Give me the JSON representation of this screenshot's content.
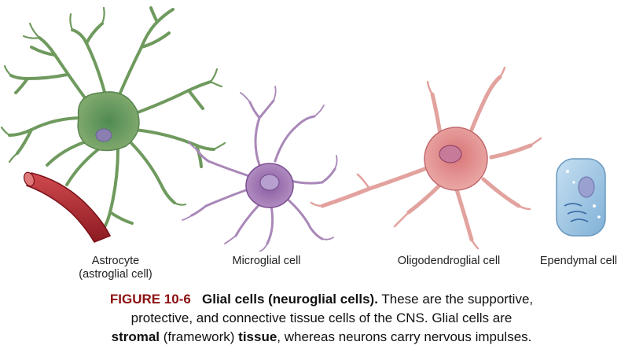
{
  "labels": {
    "astrocyte_line1": "Astrocyte",
    "astrocyte_line2": "(astroglial cell)",
    "microglial": "Microglial cell",
    "oligodendroglial": "Oligodendroglial cell",
    "ependymal": "Ependymal cell"
  },
  "caption": {
    "figure_number": "FIGURE 10-6",
    "title": "Glial cells (neuroglial cells).",
    "text_1": " These are the supportive,",
    "text_2": "protective, and connective tissue cells of the CNS. Glial cells are",
    "bold_stromal": "stromal",
    "text_3": " (framework) ",
    "bold_tissue": "tissue",
    "text_4": ", whereas neurons carry nervous impulses."
  },
  "colors": {
    "astrocyte": "#6f9a5e",
    "microglial": "#9a6ea8",
    "oligodendroglial": "#d98c8c",
    "ependymal": "#9fc4e0",
    "blood_vessel": "#b3232d",
    "figure_number": "#8b1010"
  }
}
